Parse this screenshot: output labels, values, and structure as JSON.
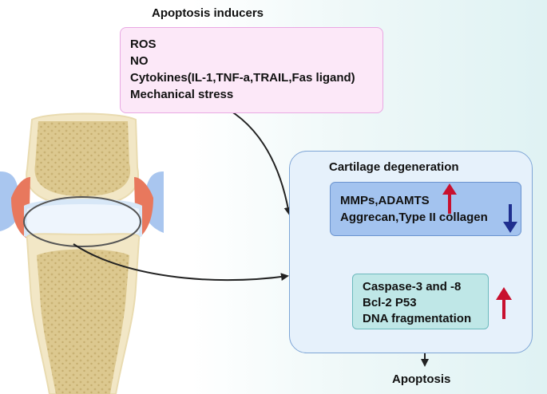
{
  "inducers": {
    "title": "Apoptosis inducers",
    "items": [
      "ROS",
      "NO",
      "Cytokines(IL-1,TNF-a,TRAIL,Fas ligand)",
      "Mechanical stress"
    ]
  },
  "cartilage": {
    "title": "Cartilage degeneration",
    "markers": [
      "MMPs,ADAMTS",
      "Aggrecan,Type II collagen"
    ],
    "apoptosis_markers": [
      "Caspase-3 and -8",
      "Bcl-2 P53",
      "DNA fragmentation"
    ]
  },
  "outcome": {
    "label": "Apoptosis"
  },
  "colors": {
    "up_arrow": "#c8102e",
    "down_arrow": "#1f2f8f",
    "connector": "#222222"
  },
  "icons": [
    "knee-joint-illustration",
    "up-arrow-icon",
    "down-arrow-icon"
  ]
}
